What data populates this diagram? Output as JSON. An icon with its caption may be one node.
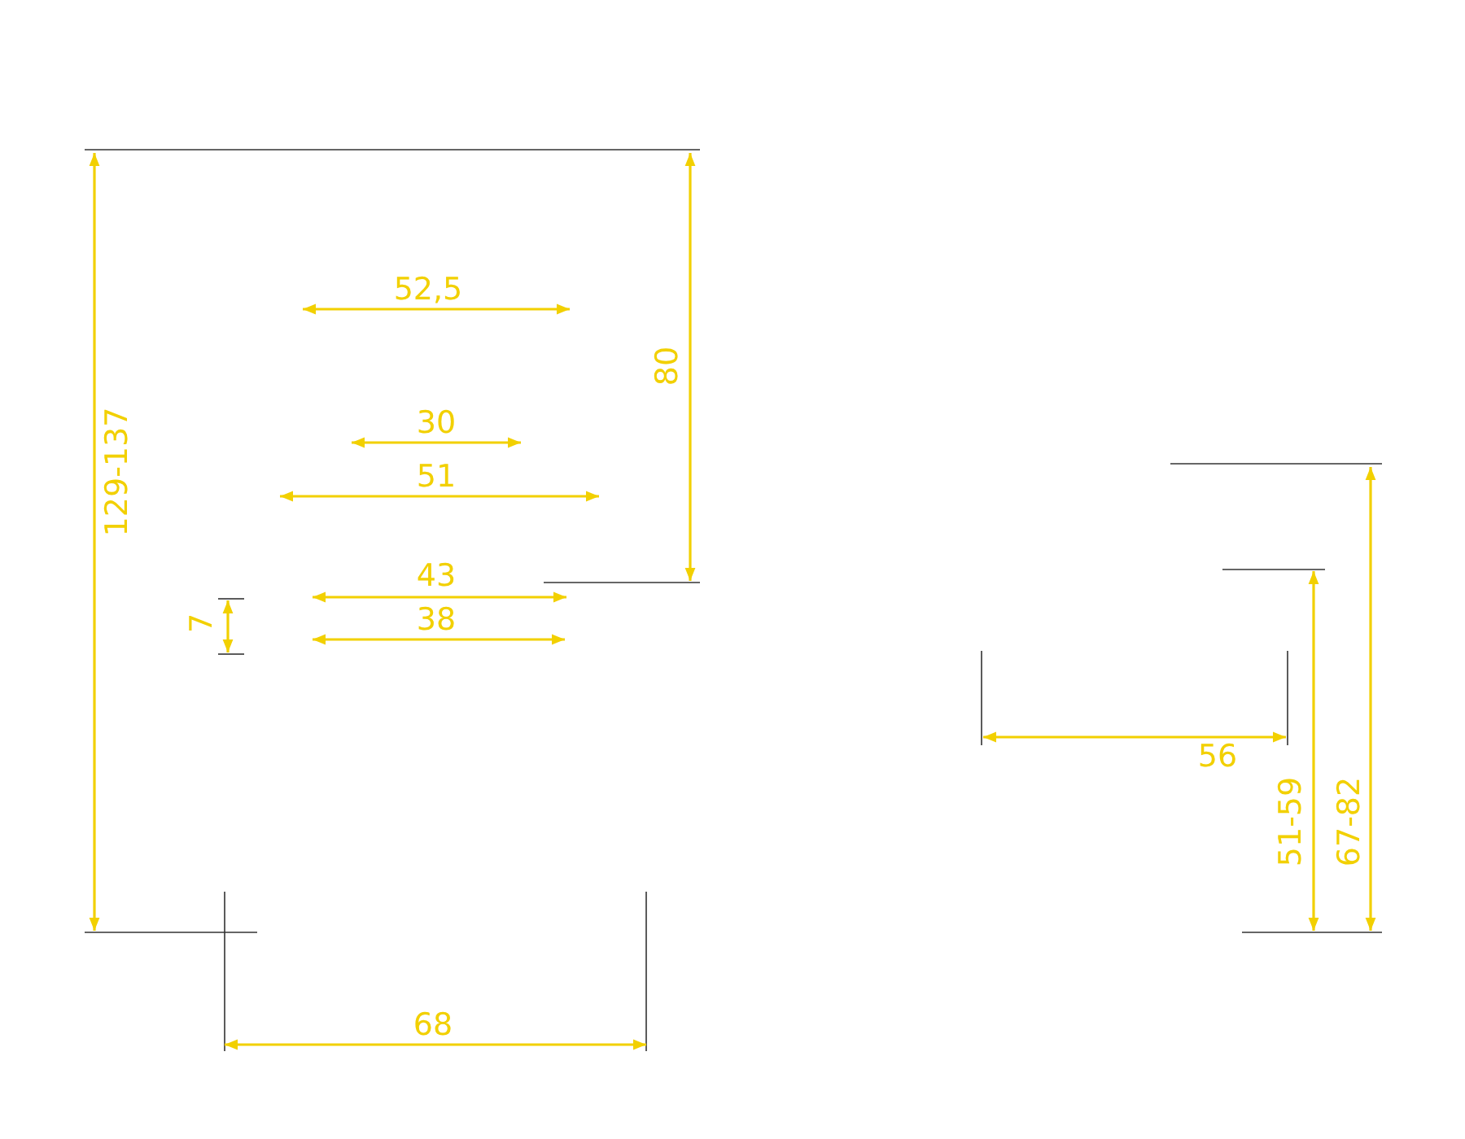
{
  "diagram": {
    "labels": [
      "52,5",
      "80",
      "30",
      "129-137",
      "51",
      "43",
      "7",
      "38",
      "56",
      "51-59",
      "67-82",
      "68"
    ]
  }
}
